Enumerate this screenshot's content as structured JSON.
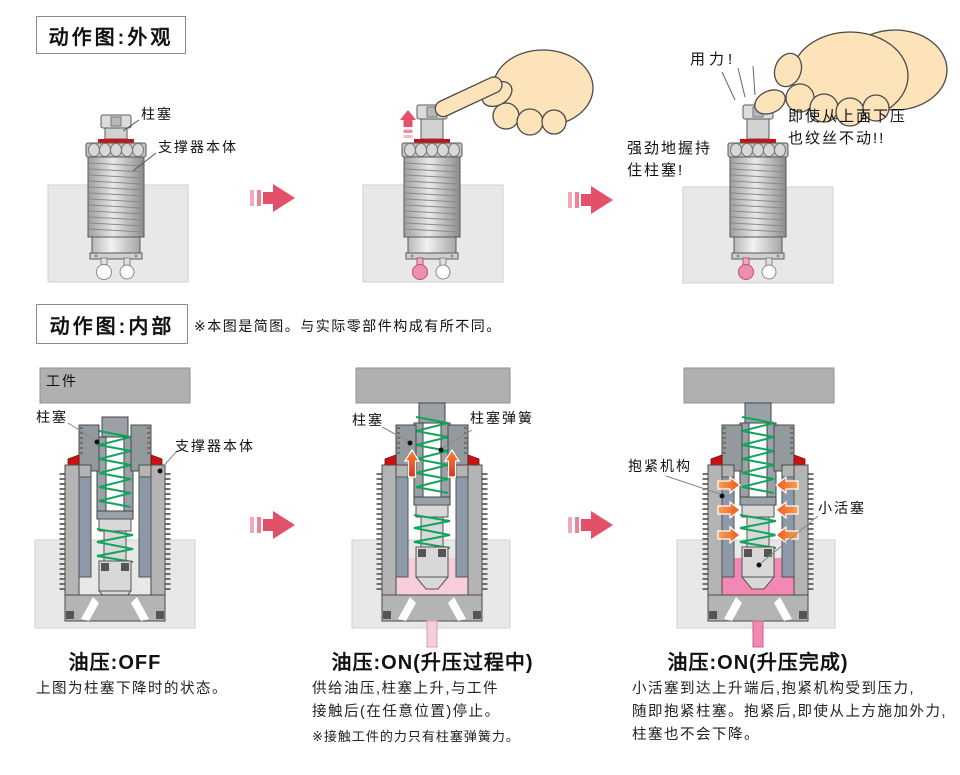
{
  "colors": {
    "accent_red_seal": "#cc1111",
    "transition_arrow_pink": "#e2506a",
    "up_arrow_orange_red": "#e03020",
    "inward_arrow_orange": "#f58634",
    "spring_green": "#12a45c",
    "oil_pink_light": "#f7cdd9",
    "oil_pink_strong": "#f488b4",
    "sleeve_blue_gray": "#8d99a8",
    "hand_skin": "#fce3ba",
    "workpiece_gray": "#b0b0b0",
    "fixture_block_gray": "#e8e8e8"
  },
  "exterior": {
    "title": "动作图:外观",
    "labels": {
      "plunger": "柱塞",
      "body": "支撑器本体",
      "force": "用力!",
      "grip": "强劲地握持\n住柱塞!",
      "no_budge": "即使从上面下压\n也纹丝不动!!"
    }
  },
  "internal": {
    "title": "动作图:内部",
    "note": "※本图是简图。与实际零部件构成有所不同。",
    "labels": {
      "workpiece": "工件",
      "plunger": "柱塞",
      "body": "支撑器本体",
      "plunger_spring": "柱塞弹簧",
      "clamp": "抱紧机构",
      "small_piston": "小活塞"
    },
    "captions": [
      {
        "title": "油压:OFF",
        "lines": [
          "上图为柱塞下降时的状态。"
        ],
        "note": ""
      },
      {
        "title": "油压:ON(升压过程中)",
        "lines": [
          "供给油压,柱塞上升,与工件",
          "接触后(在任意位置)停止。"
        ],
        "note": "※接触工件的力只有柱塞弹簧力。"
      },
      {
        "title": "油压:ON(升压完成)",
        "lines": [
          "小活塞到达上升端后,抱紧机构受到压力,",
          "随即抱紧柱塞。抱紧后,即使从上方施加外力,",
          "柱塞也不会下降。"
        ],
        "note": ""
      }
    ]
  }
}
